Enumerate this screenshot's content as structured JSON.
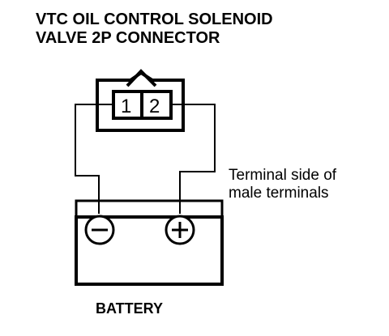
{
  "title": {
    "line1": "VTC OIL CONTROL SOLENOID",
    "line2": "VALVE 2P CONNECTOR"
  },
  "connector": {
    "pin1": "1",
    "pin2": "2"
  },
  "note": {
    "line1": "Terminal side of",
    "line2": "male terminals"
  },
  "battery": {
    "label": "BATTERY",
    "negative_terminal_icon": "minus-circle-icon",
    "positive_terminal_icon": "plus-circle-icon"
  },
  "colors": {
    "ink": "#000000",
    "background": "#ffffff"
  }
}
